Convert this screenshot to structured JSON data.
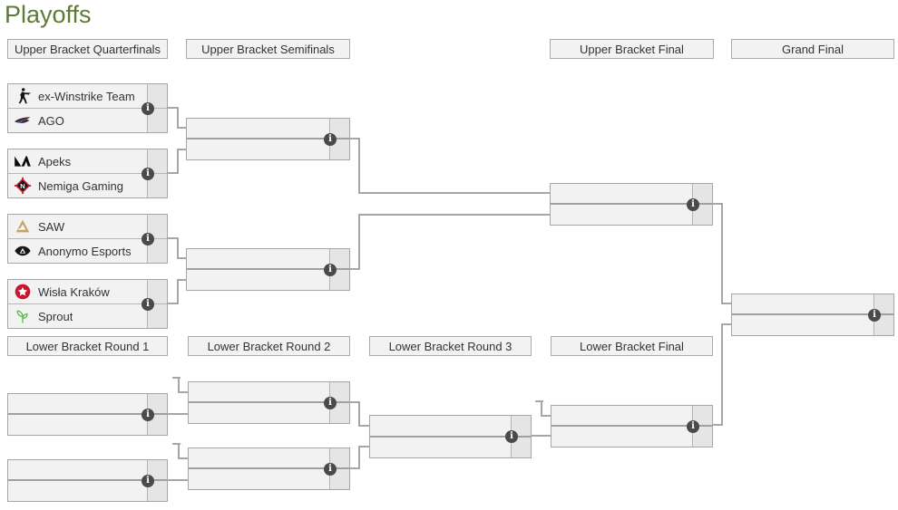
{
  "title": "Playoffs",
  "rounds": {
    "upper": [
      "Upper Bracket Quarterfinals",
      "Upper Bracket Semifinals",
      "Upper Bracket Final",
      "Grand Final"
    ],
    "lower": [
      "Lower Bracket Round 1",
      "Lower Bracket Round 2",
      "Lower Bracket Round 3",
      "Lower Bracket Final"
    ]
  },
  "bracket": {
    "upper_quarterfinals": [
      {
        "team1": {
          "name": "ex-Winstrike Team",
          "icon": "ex-winstrike-logo"
        },
        "team2": {
          "name": "AGO",
          "icon": "ago-logo"
        },
        "score1": "",
        "score2": ""
      },
      {
        "team1": {
          "name": "Apeks",
          "icon": "apeks-logo"
        },
        "team2": {
          "name": "Nemiga Gaming",
          "icon": "nemiga-logo"
        },
        "score1": "",
        "score2": ""
      },
      {
        "team1": {
          "name": "SAW",
          "icon": "saw-logo"
        },
        "team2": {
          "name": "Anonymo Esports",
          "icon": "anonymo-logo"
        },
        "score1": "",
        "score2": ""
      },
      {
        "team1": {
          "name": "Wisła Kraków",
          "icon": "wisla-krakow-logo"
        },
        "team2": {
          "name": "Sprout",
          "icon": "sprout-logo"
        },
        "score1": "",
        "score2": ""
      }
    ],
    "upper_semifinals": [
      {
        "team1": "",
        "team2": ""
      },
      {
        "team1": "",
        "team2": ""
      }
    ],
    "upper_final": [
      {
        "team1": "",
        "team2": ""
      }
    ],
    "grand_final": [
      {
        "team1": "",
        "team2": ""
      }
    ],
    "lower_round1": [
      {
        "team1": "",
        "team2": ""
      },
      {
        "team1": "",
        "team2": ""
      }
    ],
    "lower_round2": [
      {
        "team1": "",
        "team2": ""
      },
      {
        "team1": "",
        "team2": ""
      }
    ],
    "lower_round3": [
      {
        "team1": "",
        "team2": ""
      }
    ],
    "lower_final": [
      {
        "team1": "",
        "team2": ""
      }
    ]
  },
  "icons": {
    "match_details": "info-icon"
  },
  "colors": {
    "title_green": "#5d7b35",
    "box_fill": "#f2f2f2",
    "score_fill": "#e5e5e5",
    "box_border": "#a6a6a6",
    "connector": "#a6a6a6",
    "info_icon_bg": "#4a4a4a",
    "wisla_red": "#ca1430",
    "sprout_green": "#57b847",
    "saw_gold": "#c7a465",
    "nemiga_red": "#c8242c"
  }
}
